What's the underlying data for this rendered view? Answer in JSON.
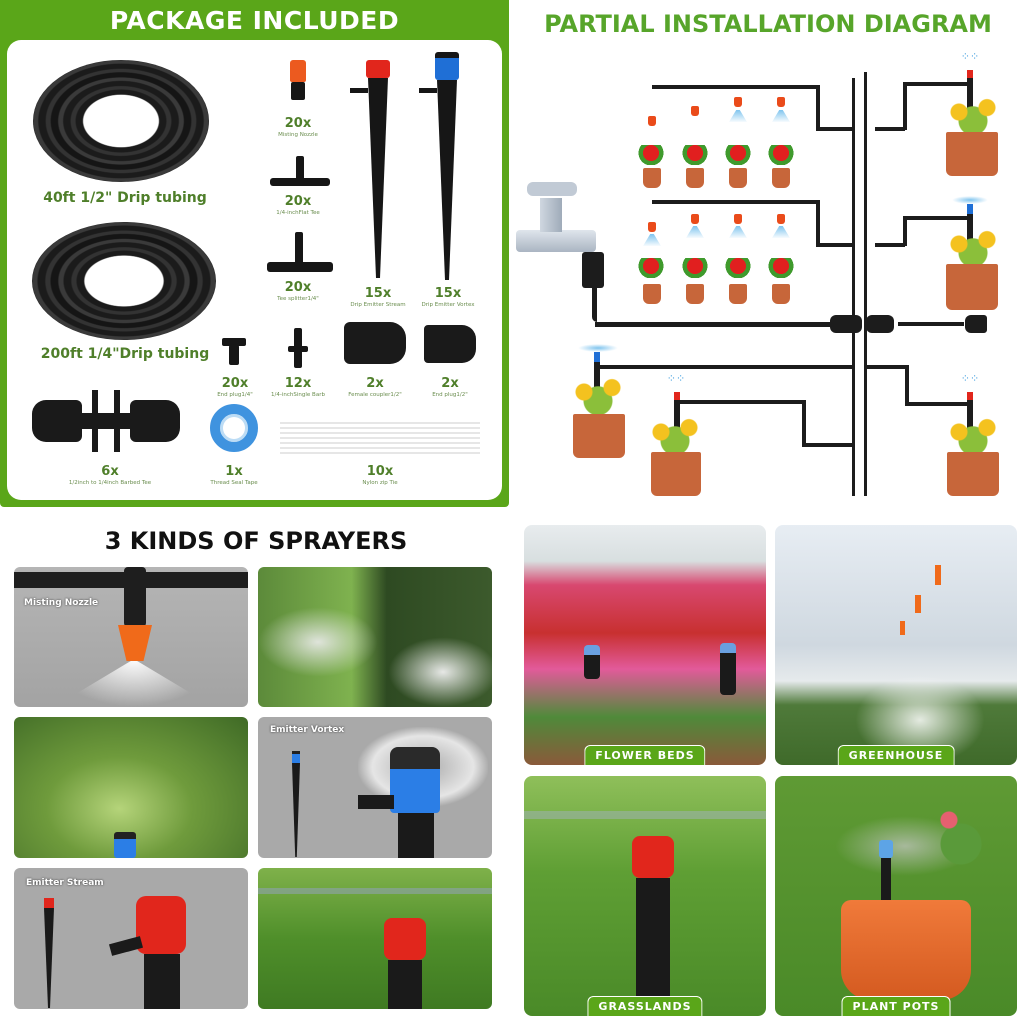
{
  "package": {
    "title": "PACKAGE INCLUDED",
    "items": [
      {
        "count": "",
        "label": "40ft 1/2\"   Drip tubing"
      },
      {
        "count": "",
        "label": "200ft 1/4\"Drip tubing"
      },
      {
        "count": "20x",
        "label": "Misting Nozzle"
      },
      {
        "count": "20x",
        "label": "1/4-inchFlat Tee"
      },
      {
        "count": "20x",
        "label": "Tee splitter1/4\""
      },
      {
        "count": "15x",
        "label": "Drip Emitter Stream"
      },
      {
        "count": "15x",
        "label": "Drip Emitter Vortex"
      },
      {
        "count": "20x",
        "label": "End plug1/4\""
      },
      {
        "count": "12x",
        "label": "1/4-inchSingle Barb"
      },
      {
        "count": "2x",
        "label": "Female coupler1/2\""
      },
      {
        "count": "2x",
        "label": "End plug1/2\""
      },
      {
        "count": "6x",
        "label": "1/2inch to 1/4inch Barbed Tee"
      },
      {
        "count": "1x",
        "label": "Thread Seal Tape"
      },
      {
        "count": "10x",
        "label": "Nylon zip Tie"
      }
    ]
  },
  "diagram": {
    "title": "PARTIAL INSTALLATION DIAGRAM"
  },
  "sprayers": {
    "title": "3 KINDS OF SPRAYERS",
    "tiles": [
      {
        "label": "Misting Nozzle"
      },
      {
        "label": ""
      },
      {
        "label": ""
      },
      {
        "label": "Emitter Vortex"
      },
      {
        "label": "Emitter Stream"
      },
      {
        "label": ""
      }
    ]
  },
  "applications": {
    "tiles": [
      {
        "label": "FLOWER BEDS"
      },
      {
        "label": "GREENHOUSE"
      },
      {
        "label": "GRASSLANDS"
      },
      {
        "label": "PLANT POTS"
      }
    ]
  },
  "colors": {
    "brand_green": "#5aa619",
    "label_green": "#4f7f2a",
    "diagram_title_green": "#57a52a",
    "nozzle_orange": "#ea4b1a",
    "emitter_red": "#e1261c",
    "emitter_blue": "#1f6fd6"
  }
}
